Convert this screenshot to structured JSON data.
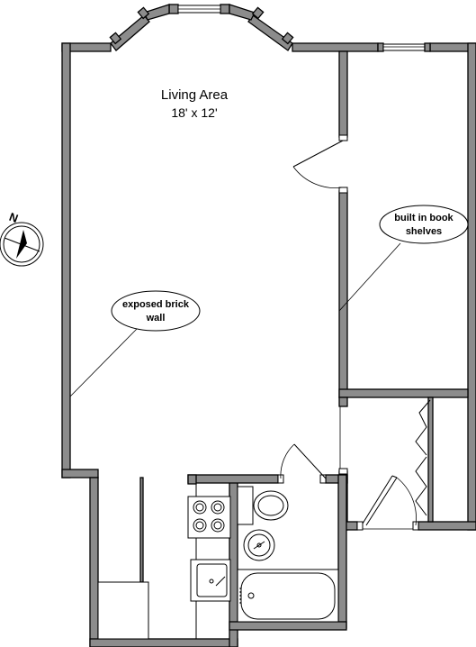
{
  "rooms": {
    "living": {
      "title": "Living Area",
      "dimensions": "18' x 12'"
    }
  },
  "annotations": {
    "brick_wall": {
      "line1": "exposed brick",
      "line2": "wall"
    },
    "book_shelves": {
      "line1": "built in book",
      "line2": "shelves"
    }
  },
  "compass": {
    "letter": "N"
  },
  "colors": {
    "wall_fill": "#8c8c8c",
    "line": "#000000",
    "background": "#ffffff"
  }
}
